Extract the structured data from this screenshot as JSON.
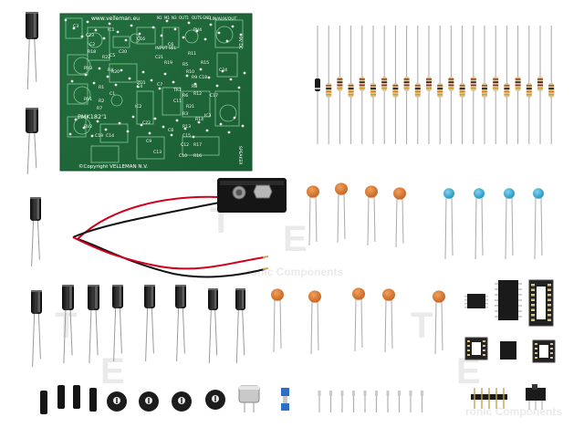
{
  "pcb": {
    "url": "www.velleman.eu",
    "model": "PMK182'1",
    "copyright": "©Copyright VELLEMAN N.V.",
    "header_labels": [
      "N1",
      "M1",
      "N3",
      "OUT1",
      "OUTS",
      "GND"
    ],
    "input_label": "INPUT SEL",
    "line_label": "LIN/AUX/OUT",
    "speaker_label": "SPEAKER",
    "dc_label": "9V DC",
    "component_labels": [
      "R1",
      "R2",
      "R3",
      "R4",
      "R5",
      "R6",
      "R7",
      "R8",
      "R9",
      "R10",
      "R11",
      "R12",
      "R13",
      "R14",
      "R15",
      "R16",
      "R17",
      "R18",
      "R19",
      "R20",
      "R21",
      "R22",
      "C1",
      "C2",
      "C3",
      "C4",
      "C5",
      "C6",
      "C7",
      "C8",
      "C9",
      "C10",
      "C11",
      "C12",
      "C13",
      "C14",
      "C15",
      "C16",
      "C17",
      "C18",
      "C19",
      "C20",
      "C21",
      "C22",
      "C23",
      "C24",
      "IC1",
      "IC2",
      "IC3",
      "RV1",
      "RV2",
      "RV3",
      "RV4",
      "ZD1",
      "TR1"
    ]
  },
  "watermark": {
    "brand_letters": [
      "T",
      "E"
    ],
    "brand_text": "ronic Components"
  },
  "colors": {
    "pcb_green": "#1f6b3a",
    "ceramic_orange": "#d9772c",
    "ceramic_blue": "#2aa3cf",
    "electrolytic": "#1c1c1c",
    "wire_red": "#d2001c"
  }
}
